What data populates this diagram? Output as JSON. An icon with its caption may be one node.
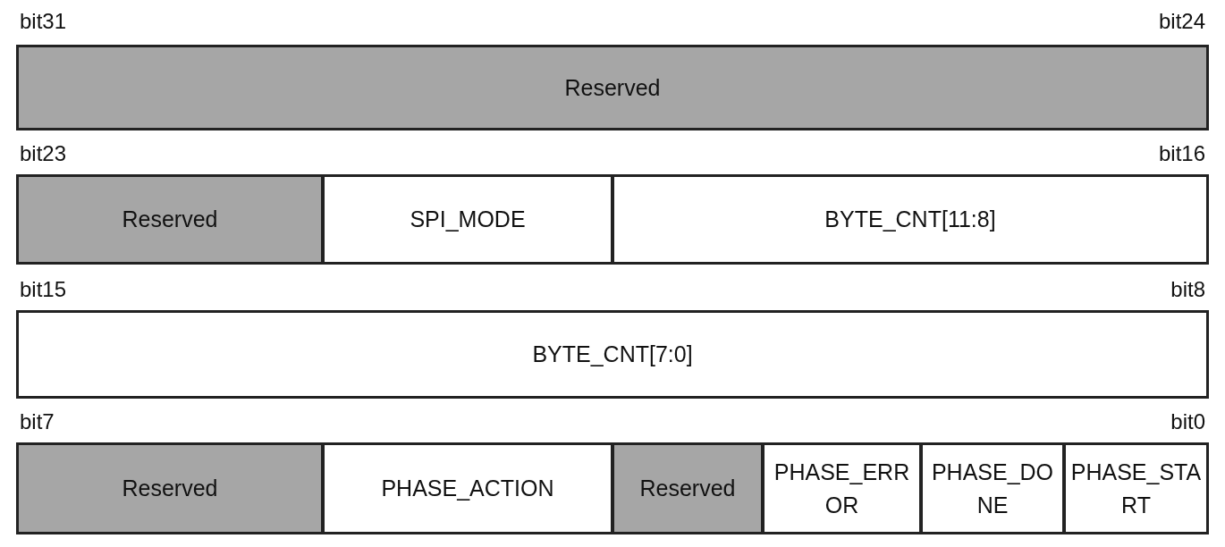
{
  "diagram": {
    "nodes": [
      {
        "text": [
          "Reserved"
        ]
      },
      {
        "text": [
          "Reserved"
        ]
      },
      {
        "text": [
          "SPI_MODE"
        ]
      },
      {
        "text": [
          "BYTE_CNT[11:8]"
        ]
      },
      {
        "text": [
          "BYTE_CNT[7:0]"
        ]
      },
      {
        "text": [
          "Reserved"
        ]
      },
      {
        "text": [
          "PHASE_ACTION"
        ]
      },
      {
        "text": [
          "Reserved"
        ]
      },
      {
        "text": [
          "PHASE_ERROR"
        ]
      },
      {
        "text": [
          "PHASE_DONE"
        ]
      },
      {
        "text": [
          "PHASE_START"
        ]
      }
    ],
    "edges": [],
    "labels": [
      "bit31",
      "bit24",
      "bit23",
      "bit16",
      "bit15",
      "bit8",
      "bit7",
      "bit0"
    ]
  }
}
